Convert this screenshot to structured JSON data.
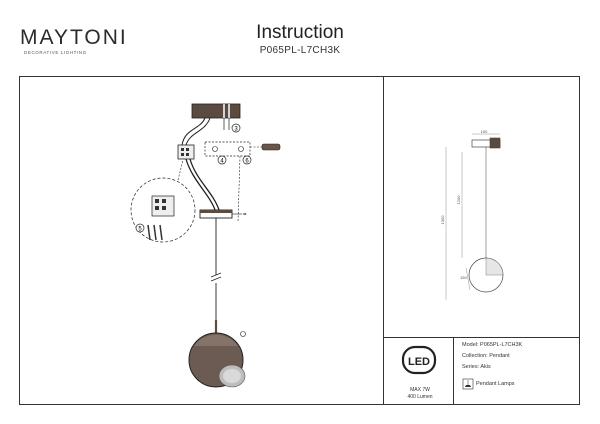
{
  "brand": {
    "name": "MAYTONI",
    "tagline": "DECORATIVE LIGHTING"
  },
  "header": {
    "title": "Instruction",
    "model": "P065PL-L7CH3K"
  },
  "callouts": [
    "3",
    "4",
    "5",
    "6"
  ],
  "dimensions": {
    "top": "100",
    "length_outer": "1300",
    "length_inner": "1200",
    "diameter": "150"
  },
  "info": {
    "model": "Model: P065PL-L7CH3K",
    "collection": "Collection: Pendant",
    "series": "Series: Akis",
    "type": "Pendant Lamps"
  },
  "led": {
    "logo": "LED",
    "max": "MAX 7W",
    "lumen": "400 Lumen"
  }
}
